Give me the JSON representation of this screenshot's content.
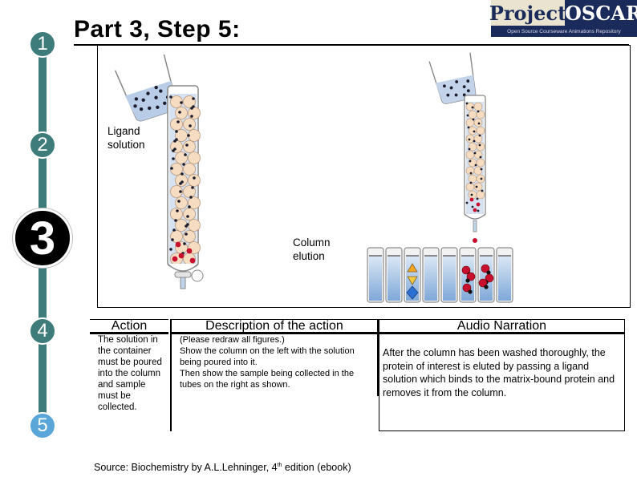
{
  "steps": [
    "1",
    "2",
    "3",
    "4",
    "5"
  ],
  "title": "Part 3, Step 5:",
  "logo": {
    "left": "Project",
    "right": "OSCAR",
    "tagline": "Open Source Courseware Animations Repository"
  },
  "figure": {
    "ligand_label": "Ligand\nsolution",
    "elution_label": "Column\nelution"
  },
  "table": {
    "headers": {
      "action": "Action",
      "description": "Description of the action",
      "audio": "Audio Narration"
    },
    "action_text": "The solution in the container must be poured into the column and sample must be collected.",
    "description_text": "(Please redraw all figures.)\nShow the column on the left with the solution being poured into it.\nThen show the sample being collected in the tubes on the right as shown.",
    "audio_text": "After the column has been washed thoroughly, the protein of interest is eluted by passing a ligand solution which binds to the matrix-bound protein and removes it from the column."
  },
  "source": {
    "prefix": "Source: Biochemistry by A.L.Lehninger, 4",
    "superscript": "th",
    "suffix": " edition (ebook)"
  },
  "colors": {
    "rail": "#3d7c7a",
    "step5": "#5aa6d8",
    "liquid": "#7fa8d8",
    "bead": "#f6dcc0",
    "protein": "#c8102e"
  }
}
